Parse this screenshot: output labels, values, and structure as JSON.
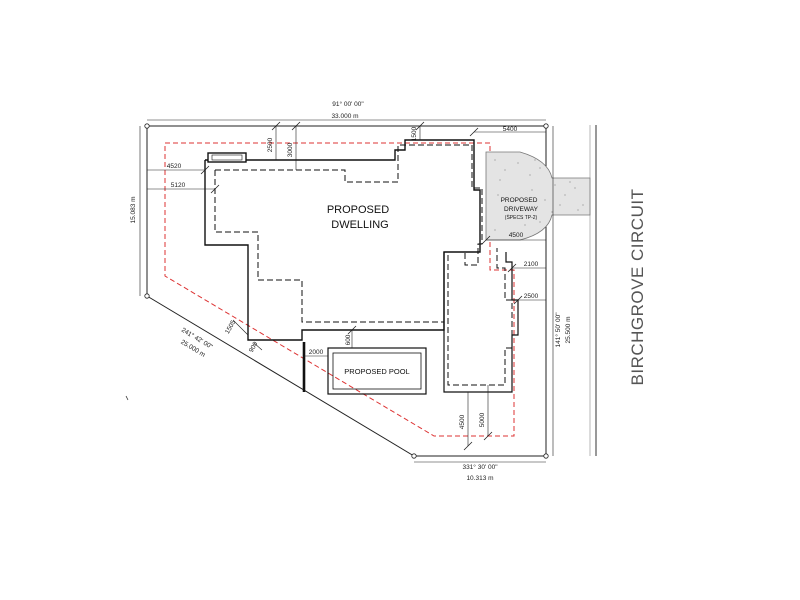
{
  "plan": {
    "dwelling_label_line1": "PROPOSED",
    "dwelling_label_line2": "DWELLING",
    "pool_label": "PROPOSED POOL",
    "driveway_line1": "PROPOSED",
    "driveway_line2": "DRIVEWAY",
    "driveway_line3": "(SPECS TP-2)",
    "street_name": "BIRCHGROVE CIRCUIT"
  },
  "boundaries": {
    "top_bearing": "91° 00' 00\"",
    "top_length": "33.000 m",
    "left_length": "15.083 m",
    "diag_bearing": "241° 42' 00\"",
    "diag_length": "25.000 m",
    "right_bearing": "141° 50' 00\"",
    "right_length": "25.500 m",
    "bottom_bearing": "331° 30' 00\"",
    "bottom_length": "10.313 m"
  },
  "setbacks": {
    "s2500_top": "2500",
    "s3000_top": "3000",
    "s1500_top": "1500",
    "s5400": "5400",
    "s4520": "4520",
    "s5120": "5120",
    "s4500": "4500",
    "s2100": "2100",
    "s2500_right": "2500",
    "s1505": "1505",
    "s900": "900",
    "s2000": "2000",
    "s600": "600",
    "s4500_bottom": "4500",
    "s5000": "5000"
  }
}
